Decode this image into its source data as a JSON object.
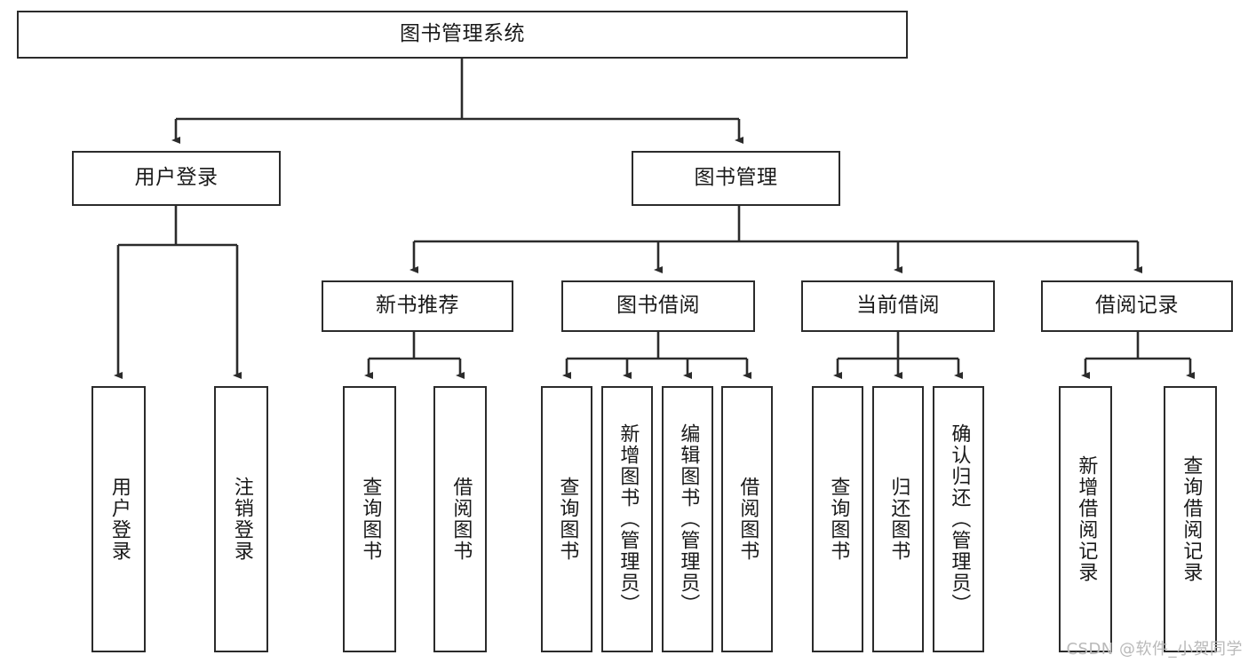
{
  "diagram": {
    "title": "图书管理系统",
    "watermark": "CSDN @软件_小贺同学",
    "colors": {
      "box_border": "#2b2b2b",
      "box_fill": "#ffffff",
      "edge": "#2b2b2b",
      "text": "#1a1a1a",
      "watermark": "#b9b9b9"
    },
    "nodes": {
      "root": "图书管理系统",
      "user_login": "用户登录",
      "book_manage": "图书管理",
      "new_book_rec": "新书推荐",
      "book_borrow": "图书借阅",
      "current_borrow": "当前借阅",
      "borrow_record": "借阅记录",
      "leaf_user_login": "用户登录",
      "leaf_user_logout": "注销登录",
      "leaf_query_book_1": "查询图书",
      "leaf_borrow_book_1": "借阅图书",
      "leaf_query_book_2": "查询图书",
      "leaf_add_book_admin": "新增图书（管理员）",
      "leaf_edit_book_admin": "编辑图书（管理员）",
      "leaf_borrow_book_2": "借阅图书",
      "leaf_query_book_3": "查询图书",
      "leaf_return_book": "归还图书",
      "leaf_confirm_return_admin": "确认归还（管理员）",
      "leaf_add_borrow_record": "新增借阅记录",
      "leaf_query_borrow_record": "查询借阅记录"
    }
  }
}
